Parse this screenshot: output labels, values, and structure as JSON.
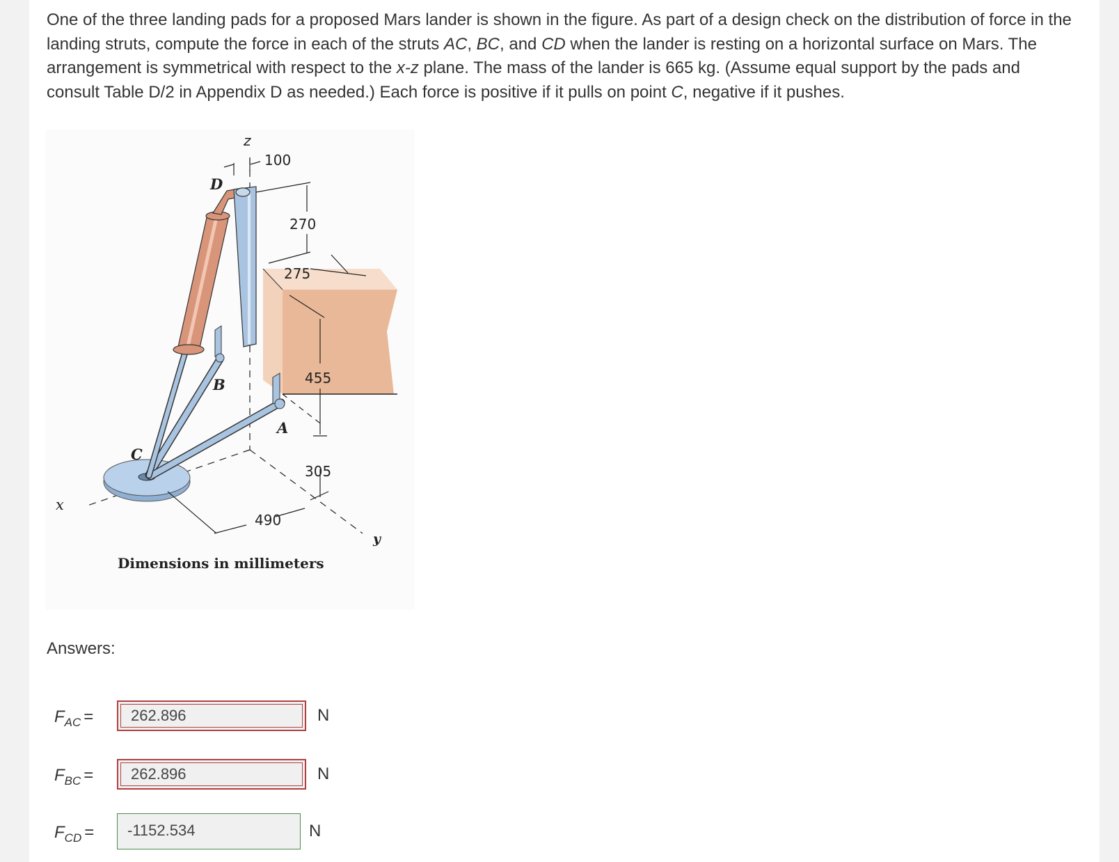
{
  "question": {
    "seg1": "One of the three landing pads for a proposed Mars lander is shown in the figure. As part of a design check on the distribution of force in the landing struts, compute the force in each of the struts ",
    "ac": "AC",
    "comma1": ", ",
    "bc": "BC",
    "seg2": ", and ",
    "cd": "CD",
    "seg3": " when the lander is resting on a horizontal surface on Mars. The arrangement is symmetrical with respect to the ",
    "plane": "x-z",
    "seg4": " plane. The mass of the lander is 665 kg. (Assume equal support by the pads and consult Table D/2 in Appendix D as needed.) Each force is positive if it pulls on point ",
    "c": "C",
    "seg5": ", negative if it pushes."
  },
  "figure": {
    "labels": {
      "z": "z",
      "d": "D",
      "b": "B",
      "a": "A",
      "c": "C",
      "x": "x",
      "y": "y"
    },
    "dimensions": {
      "d100": "100",
      "d270": "270",
      "d275": "275",
      "d455": "455",
      "d305": "305",
      "d490": "490"
    },
    "caption": "Dimensions in millimeters"
  },
  "answers": {
    "heading": "Answers:",
    "rows": [
      {
        "label_main": "F",
        "label_sub": "AC",
        "eq": "=",
        "value": "262.896",
        "unit": "N",
        "status": "incorrect"
      },
      {
        "label_main": "F",
        "label_sub": "BC",
        "eq": "=",
        "value": "262.896",
        "unit": "N",
        "status": "incorrect"
      },
      {
        "label_main": "F",
        "label_sub": "CD",
        "eq": "=",
        "value": "-1152.534",
        "unit": "N",
        "status": "correct"
      }
    ]
  },
  "colors": {
    "incorrect_border": "#b04040",
    "correct_border": "#4e8b4e",
    "strut_blue": "#a9c4e0",
    "cylinder_copper": "#d8957a",
    "body_tan": "#eebfa5"
  }
}
